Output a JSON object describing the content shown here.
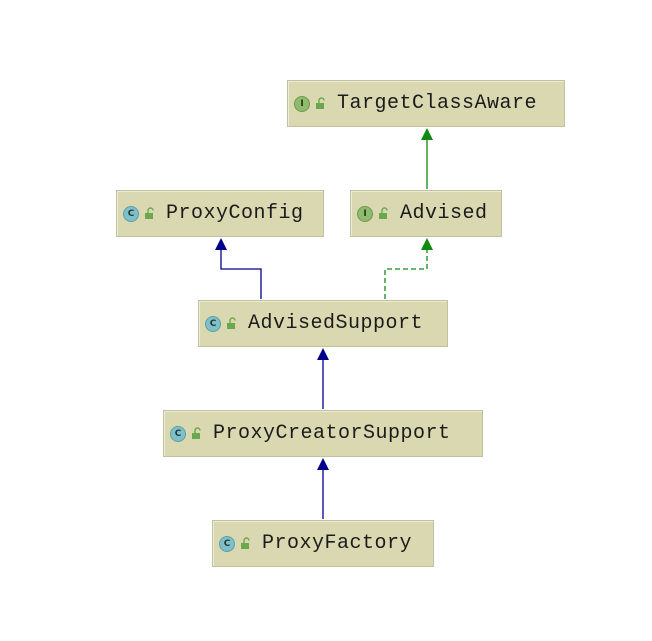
{
  "diagram": {
    "colors": {
      "node_fill": "#d9d8b0",
      "node_border": "#c2c19f",
      "extends_edge": "#00008b",
      "implements_edge": "#118a11",
      "class_icon": "#7fbfc7",
      "interface_icon": "#90bb6f",
      "access_icon": "#6aa84f"
    },
    "nodes": {
      "target_class_aware": {
        "name": "TargetClassAware",
        "kind": "interface",
        "kind_letter": "I",
        "icon": "interface-icon"
      },
      "proxy_config": {
        "name": "ProxyConfig",
        "kind": "class",
        "kind_letter": "C",
        "icon": "class-icon"
      },
      "advised": {
        "name": "Advised",
        "kind": "interface",
        "kind_letter": "I",
        "icon": "interface-icon"
      },
      "advised_support": {
        "name": "AdvisedSupport",
        "kind": "class",
        "kind_letter": "C",
        "icon": "class-icon"
      },
      "proxy_creator_support": {
        "name": "ProxyCreatorSupport",
        "kind": "class",
        "kind_letter": "C",
        "icon": "class-icon"
      },
      "proxy_factory": {
        "name": "ProxyFactory",
        "kind": "class",
        "kind_letter": "C",
        "icon": "class-icon"
      }
    },
    "edges": [
      {
        "from": "Advised",
        "to": "TargetClassAware",
        "relation": "extends",
        "style": "solid"
      },
      {
        "from": "AdvisedSupport",
        "to": "ProxyConfig",
        "relation": "extends",
        "style": "solid"
      },
      {
        "from": "AdvisedSupport",
        "to": "Advised",
        "relation": "implements",
        "style": "dashed"
      },
      {
        "from": "ProxyCreatorSupport",
        "to": "AdvisedSupport",
        "relation": "extends",
        "style": "solid"
      },
      {
        "from": "ProxyFactory",
        "to": "ProxyCreatorSupport",
        "relation": "extends",
        "style": "solid"
      }
    ]
  }
}
